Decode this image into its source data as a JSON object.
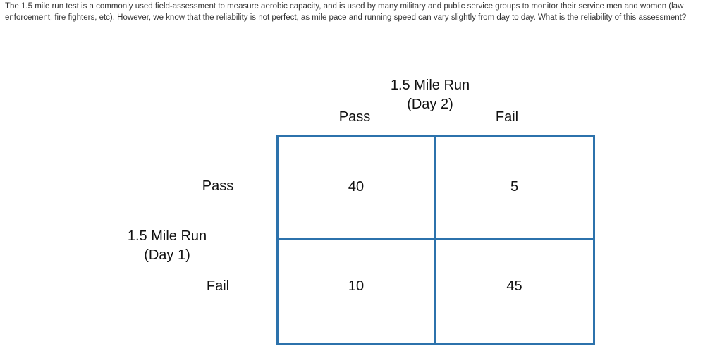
{
  "question": {
    "text": "The 1.5 mile run test is a commonly used field-assessment to measure aerobic capacity, and is used by many military and public service groups to monitor their service men and women (law enforcement, fire fighters, etc). However, we know that the reliability is not perfect, as mile pace and running speed can vary slightly from day to day. What is the reliability of this assessment?"
  },
  "table": {
    "border_color": "#2C72AC",
    "day2_header": {
      "line1": "1.5 Mile Run",
      "line2": "(Day 2)",
      "pass": "Pass",
      "fail": "Fail"
    },
    "day1_header": {
      "line1": "1.5 Mile Run",
      "line2": "(Day 1)",
      "pass": "Pass",
      "fail": "Fail"
    },
    "cells": {
      "pass_pass": "40",
      "pass_fail": "5",
      "fail_pass": "10",
      "fail_fail": "45"
    }
  },
  "chart_data": {
    "type": "table",
    "col_axis_label": "1.5 Mile Run (Day 2)",
    "row_axis_label": "1.5 Mile Run (Day 1)",
    "columns": [
      "Pass",
      "Fail"
    ],
    "rows": [
      "Pass",
      "Fail"
    ],
    "values": [
      [
        40,
        5
      ],
      [
        10,
        45
      ]
    ]
  }
}
